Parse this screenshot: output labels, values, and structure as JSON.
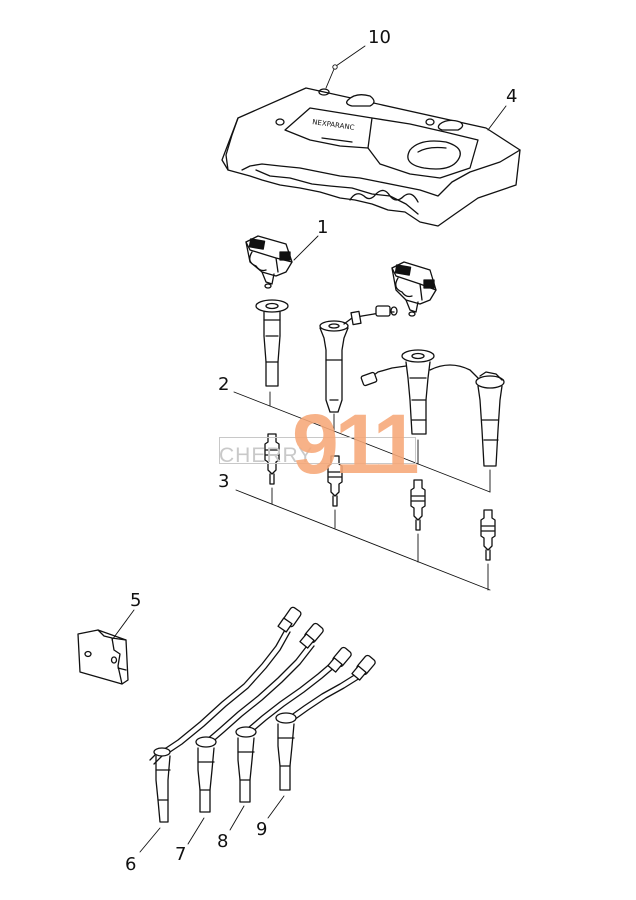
{
  "callouts": {
    "c1": "1",
    "c2": "2",
    "c3": "3",
    "c4": "4",
    "c5": "5",
    "c6": "6",
    "c7": "7",
    "c8": "8",
    "c9": "9",
    "c10": "10"
  },
  "watermark": {
    "small_text": "CHERRY",
    "big_text": "911",
    "accent_color": "#f6a878"
  },
  "cover": {
    "emblem_text": "NEXPARANC"
  },
  "line_color": "#111111"
}
